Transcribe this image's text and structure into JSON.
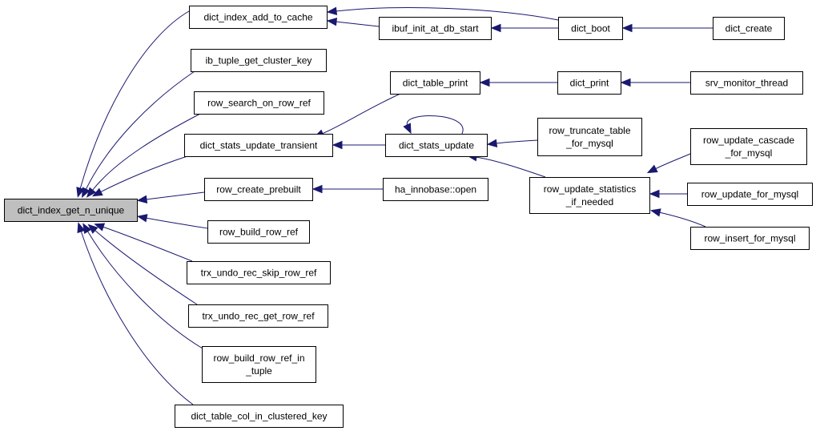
{
  "diagram": {
    "nodes": [
      {
        "id": "dict_index_get_n_unique",
        "lines": [
          "dict_index_get_n_unique"
        ],
        "root": true
      },
      {
        "id": "dict_index_add_to_cache",
        "lines": [
          "dict_index_add_to_cache"
        ]
      },
      {
        "id": "ib_tuple_get_cluster_key",
        "lines": [
          "ib_tuple_get_cluster_key"
        ]
      },
      {
        "id": "row_search_on_row_ref",
        "lines": [
          "row_search_on_row_ref"
        ]
      },
      {
        "id": "dict_stats_update_transient",
        "lines": [
          "dict_stats_update_transient"
        ]
      },
      {
        "id": "row_create_prebuilt",
        "lines": [
          "row_create_prebuilt"
        ]
      },
      {
        "id": "row_build_row_ref",
        "lines": [
          "row_build_row_ref"
        ]
      },
      {
        "id": "trx_undo_rec_skip_row_ref",
        "lines": [
          "trx_undo_rec_skip_row_ref"
        ]
      },
      {
        "id": "trx_undo_rec_get_row_ref",
        "lines": [
          "trx_undo_rec_get_row_ref"
        ]
      },
      {
        "id": "row_build_row_ref_in_tuple",
        "lines": [
          "row_build_row_ref_in",
          "_tuple"
        ]
      },
      {
        "id": "dict_table_col_in_clustered_key",
        "lines": [
          "dict_table_col_in_clustered_key"
        ]
      },
      {
        "id": "ibuf_init_at_db_start",
        "lines": [
          "ibuf_init_at_db_start"
        ]
      },
      {
        "id": "dict_boot",
        "lines": [
          "dict_boot"
        ]
      },
      {
        "id": "dict_create",
        "lines": [
          "dict_create"
        ]
      },
      {
        "id": "dict_table_print",
        "lines": [
          "dict_table_print"
        ]
      },
      {
        "id": "dict_print",
        "lines": [
          "dict_print"
        ]
      },
      {
        "id": "srv_monitor_thread",
        "lines": [
          "srv_monitor_thread"
        ]
      },
      {
        "id": "dict_stats_update",
        "lines": [
          "dict_stats_update"
        ]
      },
      {
        "id": "row_truncate_table_for_mysql",
        "lines": [
          "row_truncate_table",
          "_for_mysql"
        ]
      },
      {
        "id": "row_update_statistics_if_needed",
        "lines": [
          "row_update_statistics",
          "_if_needed"
        ]
      },
      {
        "id": "row_update_cascade_for_mysql",
        "lines": [
          "row_update_cascade",
          "_for_mysql"
        ]
      },
      {
        "id": "row_update_for_mysql",
        "lines": [
          "row_update_for_mysql"
        ]
      },
      {
        "id": "row_insert_for_mysql",
        "lines": [
          "row_insert_for_mysql"
        ]
      },
      {
        "id": "ha_innobase_open",
        "lines": [
          "ha_innobase::open"
        ]
      }
    ],
    "edges": [
      {
        "from": "dict_index_add_to_cache",
        "to": "dict_index_get_n_unique"
      },
      {
        "from": "ib_tuple_get_cluster_key",
        "to": "dict_index_get_n_unique"
      },
      {
        "from": "row_search_on_row_ref",
        "to": "dict_index_get_n_unique"
      },
      {
        "from": "dict_stats_update_transient",
        "to": "dict_index_get_n_unique"
      },
      {
        "from": "row_create_prebuilt",
        "to": "dict_index_get_n_unique"
      },
      {
        "from": "row_build_row_ref",
        "to": "dict_index_get_n_unique"
      },
      {
        "from": "trx_undo_rec_skip_row_ref",
        "to": "dict_index_get_n_unique"
      },
      {
        "from": "trx_undo_rec_get_row_ref",
        "to": "dict_index_get_n_unique"
      },
      {
        "from": "row_build_row_ref_in_tuple",
        "to": "dict_index_get_n_unique"
      },
      {
        "from": "dict_table_col_in_clustered_key",
        "to": "dict_index_get_n_unique"
      },
      {
        "from": "ibuf_init_at_db_start",
        "to": "dict_index_add_to_cache"
      },
      {
        "from": "dict_boot",
        "to": "dict_index_add_to_cache"
      },
      {
        "from": "dict_boot",
        "to": "ibuf_init_at_db_start"
      },
      {
        "from": "dict_create",
        "to": "dict_boot"
      },
      {
        "from": "dict_table_print",
        "to": "dict_stats_update_transient"
      },
      {
        "from": "dict_stats_update",
        "to": "dict_stats_update_transient"
      },
      {
        "from": "dict_stats_update",
        "to": "dict_stats_update"
      },
      {
        "from": "dict_print",
        "to": "dict_table_print"
      },
      {
        "from": "srv_monitor_thread",
        "to": "dict_print"
      },
      {
        "from": "row_truncate_table_for_mysql",
        "to": "dict_stats_update"
      },
      {
        "from": "row_update_statistics_if_needed",
        "to": "dict_stats_update"
      },
      {
        "from": "row_update_cascade_for_mysql",
        "to": "row_update_statistics_if_needed"
      },
      {
        "from": "row_update_for_mysql",
        "to": "row_update_statistics_if_needed"
      },
      {
        "from": "row_insert_for_mysql",
        "to": "row_update_statistics_if_needed"
      },
      {
        "from": "ha_innobase_open",
        "to": "row_create_prebuilt"
      }
    ]
  },
  "colors": {
    "edge": "#191970",
    "root_fill": "#bfbfbf",
    "node_fill": "#ffffff",
    "node_stroke": "#000000"
  }
}
